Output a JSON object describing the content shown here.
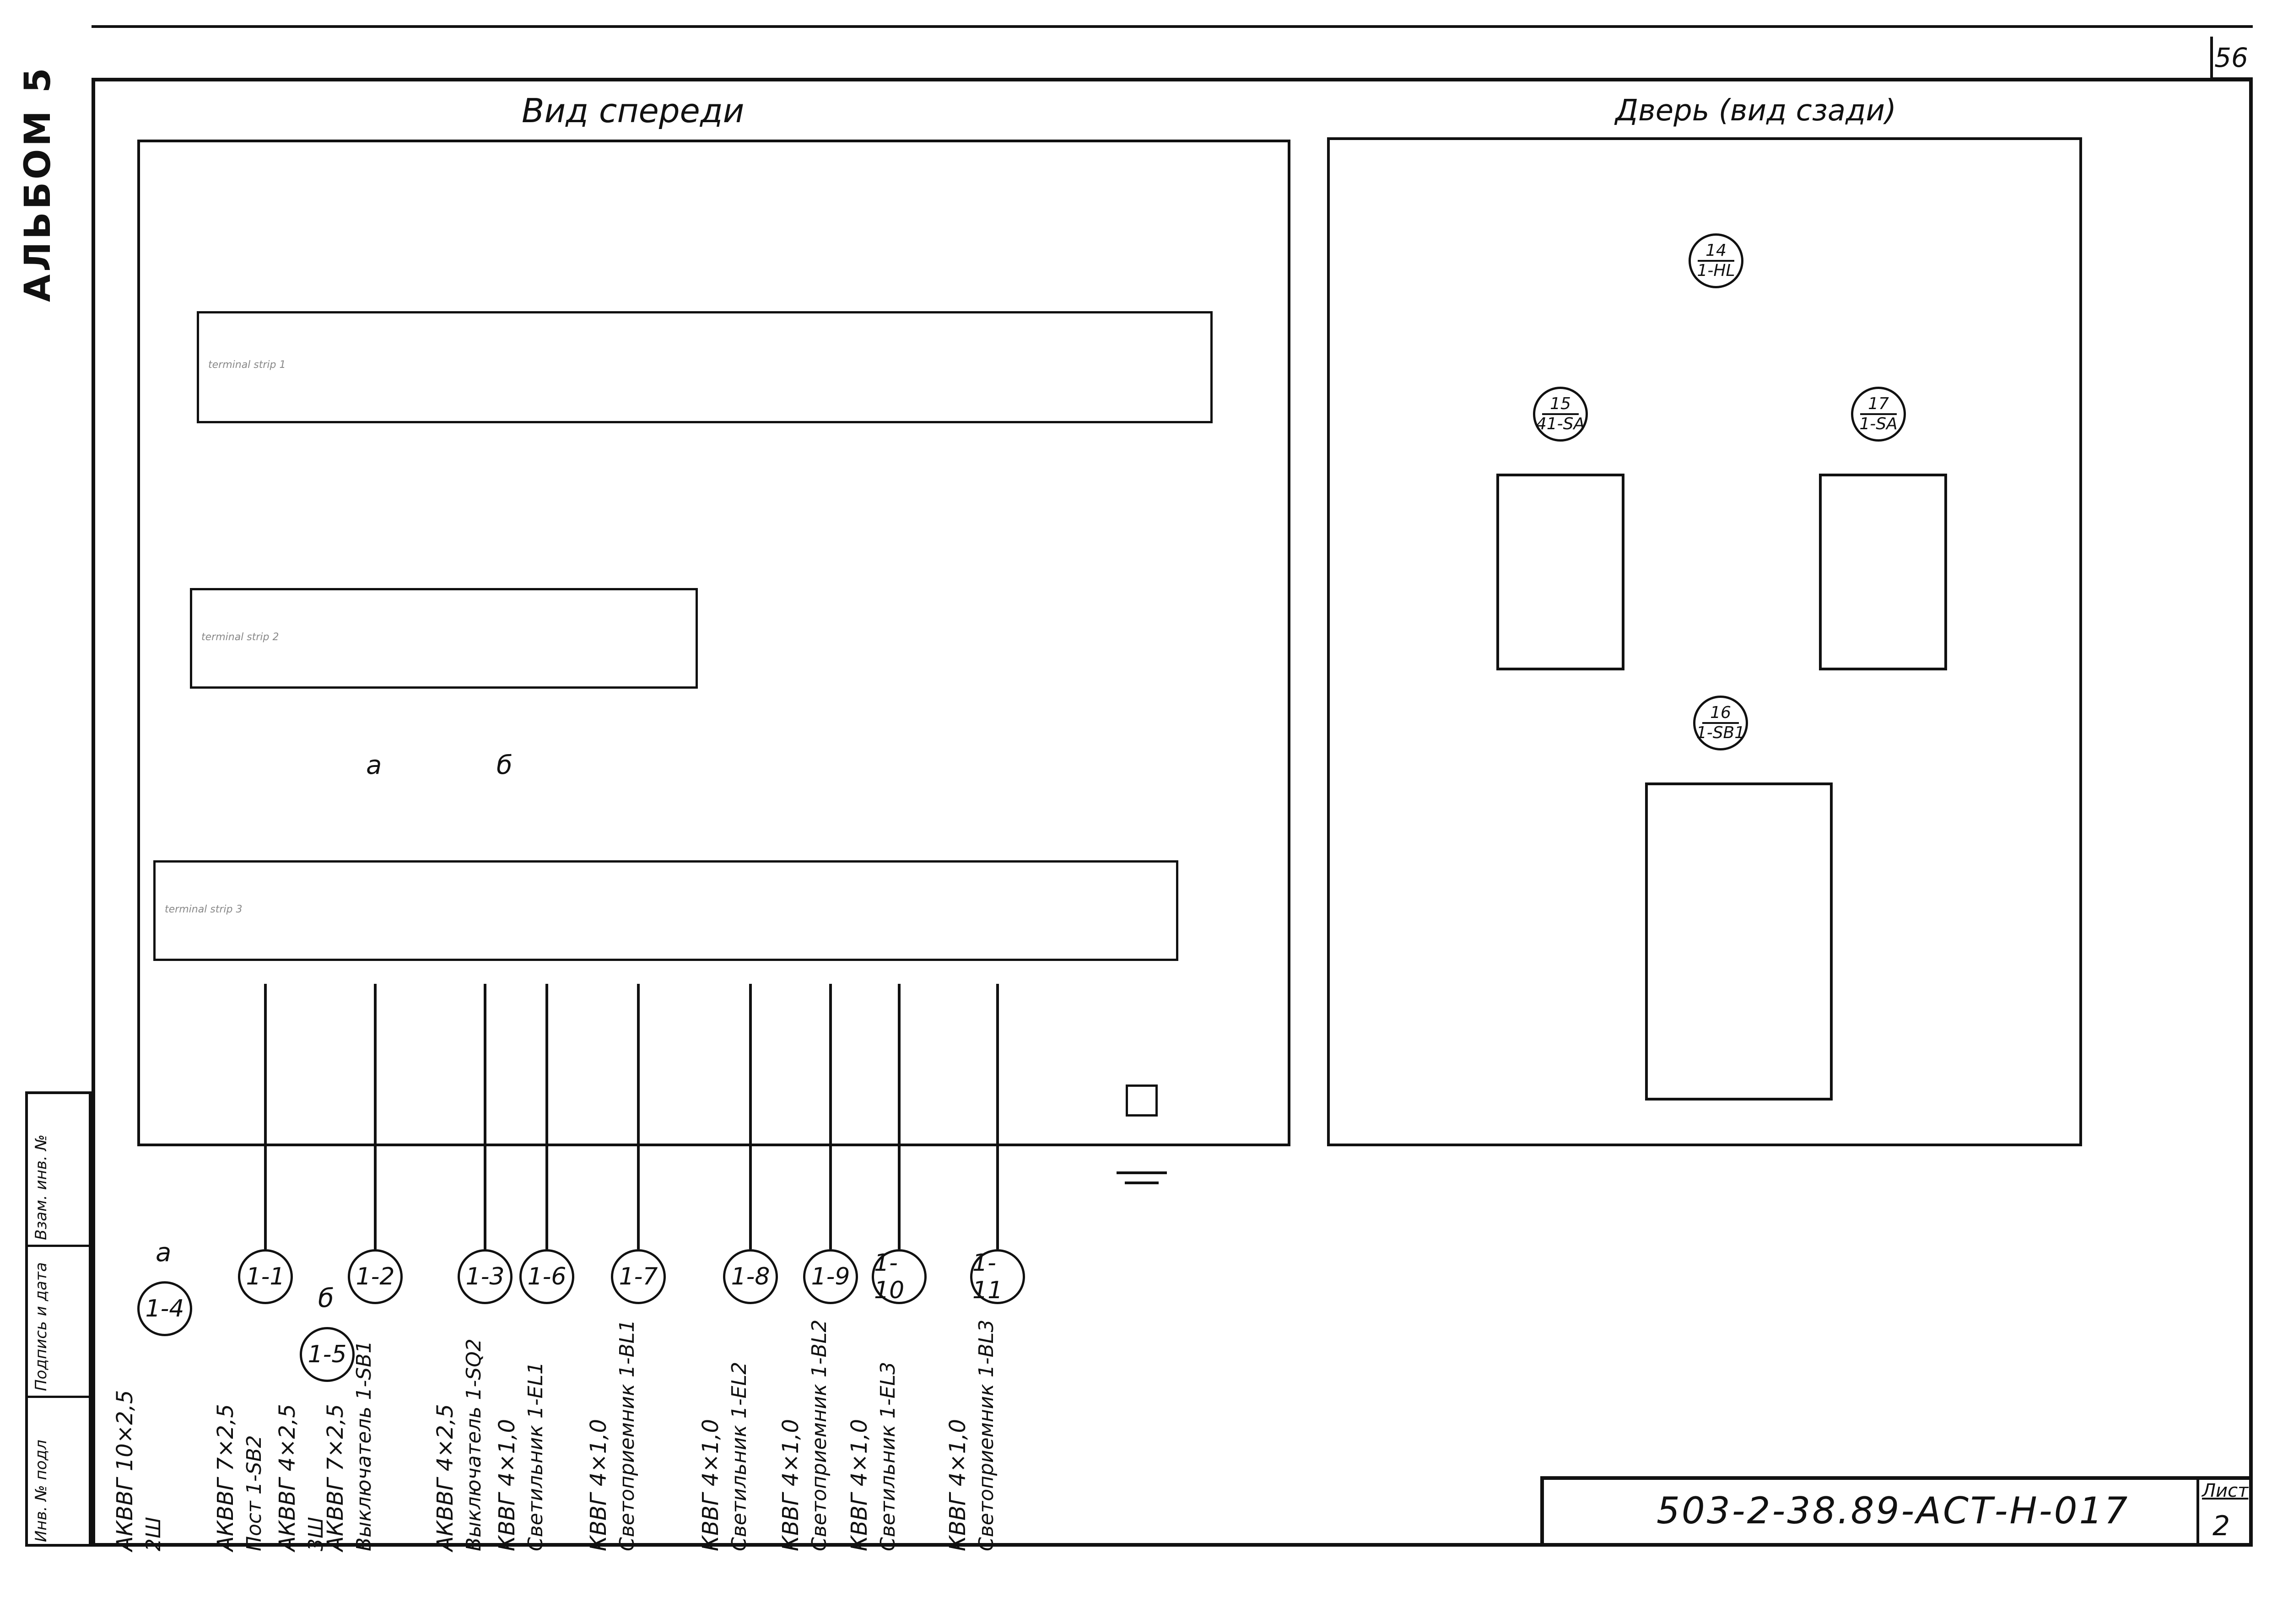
{
  "sheet_number": "56",
  "side_title": "АЛЬБОМ 5",
  "front_view_title": "Вид спереди",
  "door_view_title": "Дверь (вид сзади)",
  "stamp": {
    "inv_podl": "Инв. № подл",
    "podpis_data": "Подпись и дата",
    "vzam_inv": "Взам. инв. №"
  },
  "title_block": {
    "code": "503-2-38.89-АСТ-Н-017",
    "list_label": "Лист",
    "list_number": "2"
  },
  "strip_1": {
    "label": "terminal strip 1"
  },
  "strip_2": {
    "label": "terminal strip 2"
  },
  "strip_3": {
    "label": "terminal strip 3"
  },
  "tap_a": "а",
  "tap_b": "б",
  "devices": {
    "d14": {
      "top": "14",
      "bottom": "1-HL"
    },
    "d15": {
      "top": "15",
      "bottom": "41-SA"
    },
    "d17": {
      "top": "17",
      "bottom": "1-SA"
    },
    "d16": {
      "top": "16",
      "bottom": "1-SB1"
    }
  },
  "cables": [
    {
      "id": "1-4",
      "type": "АКВВГ 10×2,5",
      "desc": "2Ш",
      "tap": "а"
    },
    {
      "id": "1-1",
      "type": "АКВВГ 7×2,5",
      "desc": "Пост 1-SB2"
    },
    {
      "id": "1-5",
      "type": "АКВВГ 4×2,5",
      "desc": "3Ш",
      "tap": "б"
    },
    {
      "id": "1-2",
      "type": "АКВВГ 7×2,5",
      "desc": "Выключатель 1-SB1"
    },
    {
      "id": "1-3",
      "type": "АКВВГ 4×2,5",
      "desc": "Выключатель 1-SQ2"
    },
    {
      "id": "1-6",
      "type": "КВВГ 4×1,0",
      "desc": "Светильник 1-EL1"
    },
    {
      "id": "1-7",
      "type": "КВВГ 4×1,0",
      "desc": "Светоприемник 1-BL1"
    },
    {
      "id": "1-8",
      "type": "КВВГ 4×1,0",
      "desc": "Светильник 1-EL2"
    },
    {
      "id": "1-9",
      "type": "КВВГ 4×1,0",
      "desc": "Светоприемник 1-BL2"
    },
    {
      "id": "1-10",
      "type": "КВВГ 4×1,0",
      "desc": "Светильник 1-EL3"
    },
    {
      "id": "1-11",
      "type": "КВВГ 4×1,0",
      "desc": "Светоприемник 1-BL3"
    }
  ]
}
